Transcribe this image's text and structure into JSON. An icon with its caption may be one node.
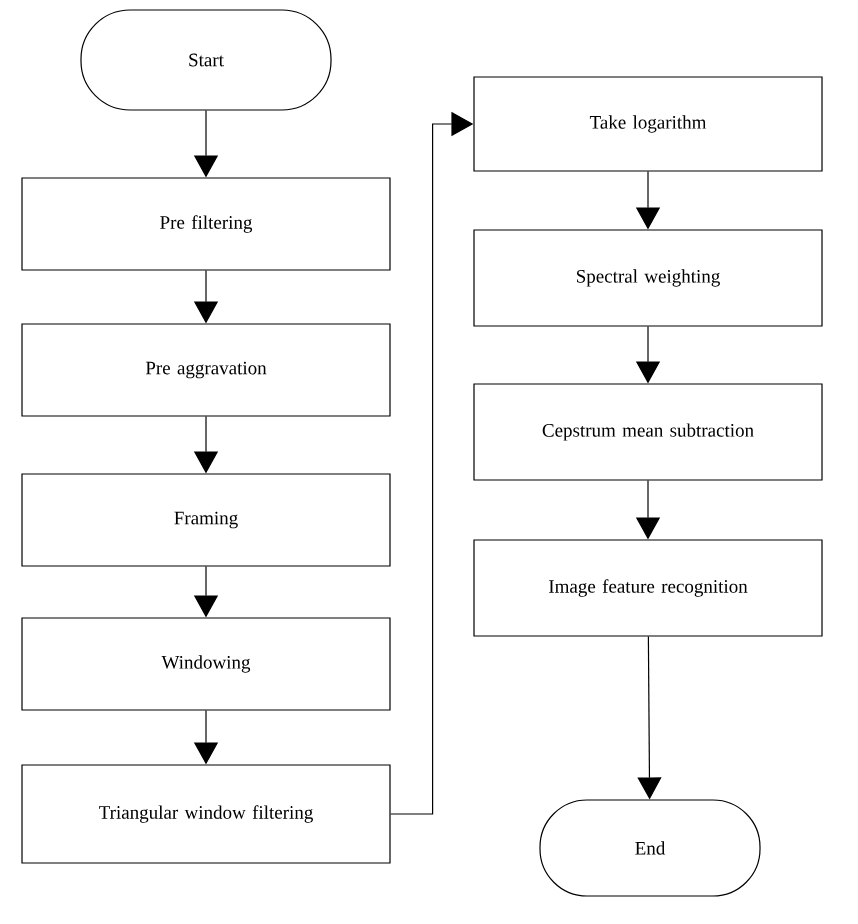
{
  "diagram": {
    "nodes": [
      {
        "text": [
          "Start"
        ]
      },
      {
        "text": [
          "Pre filtering"
        ]
      },
      {
        "text": [
          "Pre aggravation"
        ]
      },
      {
        "text": [
          "Framing"
        ]
      },
      {
        "text": [
          "Windowing"
        ]
      },
      {
        "text": [
          "Triangular window filtering"
        ]
      },
      {
        "text": [
          "Take logarithm"
        ]
      },
      {
        "text": [
          "Spectral weighting"
        ]
      },
      {
        "text": [
          "Cepstrum mean subtraction"
        ]
      },
      {
        "text": [
          "Image feature recognition"
        ]
      },
      {
        "text": [
          "End"
        ]
      }
    ],
    "edges": [
      {
        "from": 0,
        "to": 1,
        "arrow": "to"
      },
      {
        "from": 1,
        "to": 2,
        "arrow": "to"
      },
      {
        "from": 2,
        "to": 3,
        "arrow": "to"
      },
      {
        "from": 3,
        "to": 4,
        "arrow": "to"
      },
      {
        "from": 4,
        "to": 5,
        "arrow": "to"
      },
      {
        "from": 5,
        "to": 6,
        "arrow": "to"
      },
      {
        "from": 6,
        "to": 7,
        "arrow": "to"
      },
      {
        "from": 7,
        "to": 8,
        "arrow": "to"
      },
      {
        "from": 8,
        "to": 9,
        "arrow": "to"
      },
      {
        "from": 9,
        "to": 10,
        "arrow": "to"
      }
    ]
  }
}
